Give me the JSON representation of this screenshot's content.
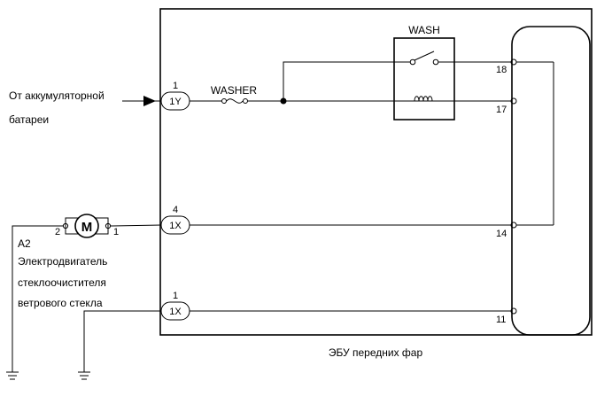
{
  "battery_label_line1": "От аккумуляторной",
  "battery_label_line2": "батареи",
  "washer_fuse_label": "WASHER",
  "wash_relay_label": "WASH",
  "motor_code": "A2",
  "motor_name_line1": "Электродвигатель",
  "motor_name_line2": "стеклоочистителя",
  "motor_name_line3": "ветрового стекла",
  "motor_symbol": "M",
  "motor_pin_left": "2",
  "motor_pin_right": "1",
  "ecu_label": "ЭБУ передних фар",
  "connectors": [
    {
      "pin": "1",
      "code": "1Y"
    },
    {
      "pin": "4",
      "code": "1X"
    },
    {
      "pin": "1",
      "code": "1X"
    }
  ],
  "ecu_terminals": [
    "18",
    "17",
    "14",
    "11"
  ]
}
